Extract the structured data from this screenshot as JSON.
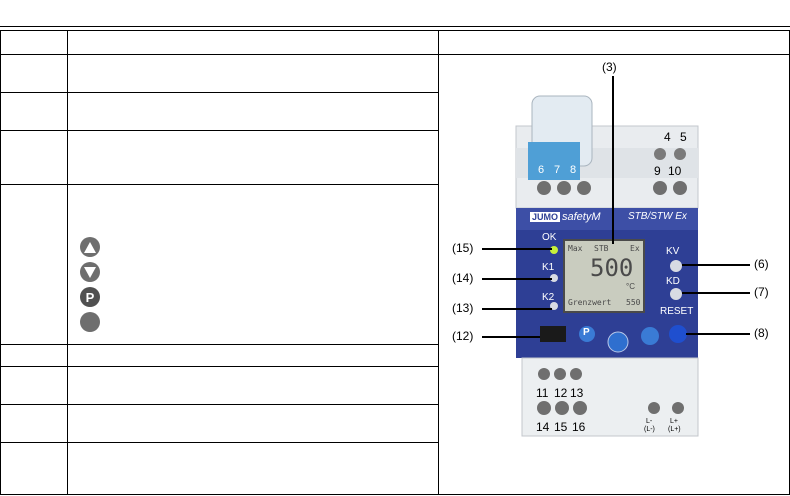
{
  "figure": {
    "callouts": {
      "c3": "(3)",
      "c15": "(15)",
      "c14": "(14)",
      "c13": "(13)",
      "c12": "(12)",
      "c6": "(6)",
      "c7": "(7)",
      "c8": "(8)"
    },
    "device": {
      "terminals_top": [
        "4",
        "5",
        "6",
        "7",
        "8",
        "9",
        "10"
      ],
      "terminals_bottom": [
        "11",
        "12",
        "13",
        "14",
        "15",
        "16"
      ],
      "terminals_power_1": "L-",
      "terminals_power_2": "L+",
      "terminals_power_sub_1": "(L-)",
      "terminals_power_sub_2": "(L+)",
      "brand": "JUMO",
      "product": "safetyM",
      "model": "STB/STW Ex",
      "led_labels": {
        "ok": "OK",
        "k1": "K1",
        "k2": "K2",
        "kv": "KV",
        "kd": "KD",
        "reset": "RESET"
      },
      "lcd": {
        "top_left": "Max",
        "top_mid": "STB",
        "top_right": "Ex",
        "value": "500",
        "unit": "°C",
        "bottom_left": "Grenzwert",
        "bottom_right": "550"
      },
      "buttons": {
        "p": "P"
      }
    }
  },
  "key_icons": {
    "p_label": "P"
  },
  "colors": {
    "panel_blue": "#2e3f95",
    "terminal_blue": "#4f9fd6",
    "led_green": "#c7f03a",
    "lcd_bg": "#c9ccbf"
  }
}
